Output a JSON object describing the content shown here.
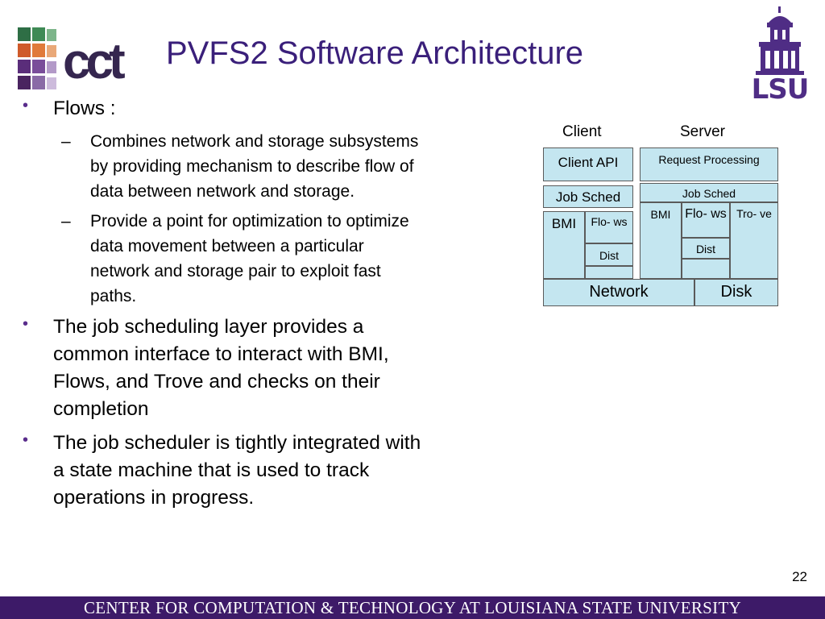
{
  "header": {
    "title": "PVFS2 Software Architecture",
    "cct_logo": "cct",
    "lsu_logo": "LSU"
  },
  "bullets": [
    {
      "text": "Flows :",
      "sub": [
        "Combines network and storage subsystems by providing mechanism to describe flow of data between network and storage.",
        "Provide a point for optimization to optimize data movement between a particular network and storage pair to exploit fast paths."
      ]
    },
    {
      "text": "The job scheduling layer provides a common interface to interact with BMI, Flows, and Trove and checks on their completion"
    },
    {
      "text": "The job scheduler is tightly integrated with a state machine that is used to track operations in progress."
    }
  ],
  "diagram": {
    "client_label": "Client",
    "server_label": "Server",
    "client": {
      "api": "Client API",
      "job_sched": "Job Sched",
      "bmi": "BMI",
      "flows": "Flo- ws",
      "dist": "Dist"
    },
    "server": {
      "request_processing": "Request Processing",
      "job_sched": "Job Sched",
      "bmi": "BMI",
      "flows": "Flo- ws",
      "dist": "Dist",
      "trove": "Tro- ve"
    },
    "network": "Network",
    "disk": "Disk"
  },
  "footer": {
    "page_number": "22",
    "text": "CENTER FOR COMPUTATION & TECHNOLOGY AT LOUISIANA STATE UNIVERSITY",
    "color": "#3d1a68"
  },
  "colors": {
    "title": "#3a1f7a",
    "box_fill": "#c4e6f0",
    "bullet": "#5a2d8c"
  }
}
